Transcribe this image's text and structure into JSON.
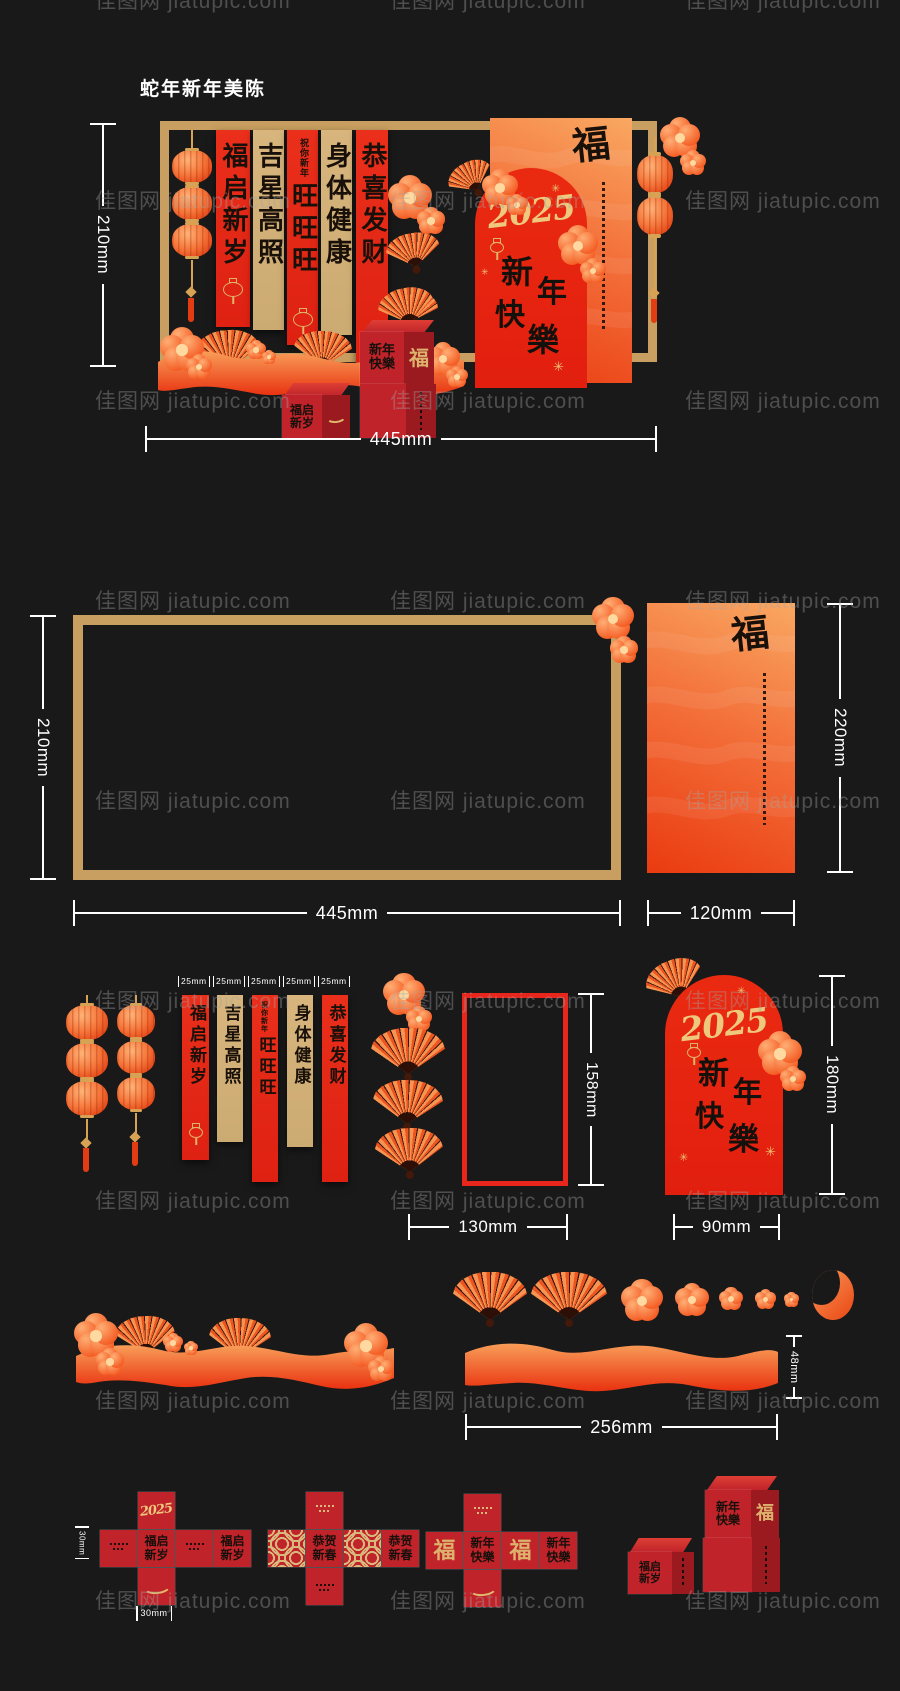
{
  "title": "蛇年新年美陈",
  "watermark": {
    "text": "佳图网 jiatupic.com",
    "color": "#a5a5a5"
  },
  "icons": {
    "sparkle": "✳"
  },
  "colors": {
    "background": "#191919",
    "gold_frame": "#c89f60",
    "banner_red": "#e42a18",
    "banner_tan": "#d2b078",
    "arch_red": "#e5250f",
    "red_frame": "#e8261c",
    "box_red": "#c1232a",
    "coin_tan": "#d9b87c",
    "wave_orange": "#f89d58",
    "wave_red": "#e93210",
    "dim_white": "#ffffff"
  },
  "banners": [
    {
      "text": "福启新岁",
      "style": "red"
    },
    {
      "text": "吉星高照",
      "style": "tan"
    },
    {
      "prefix": "祝你新年",
      "text": "旺旺旺",
      "style": "red"
    },
    {
      "text": "身体健康",
      "style": "tan"
    },
    {
      "text": "恭喜发财",
      "style": "red"
    }
  ],
  "arch": {
    "year": "2025",
    "greeting": [
      "新",
      "年",
      "快",
      "樂"
    ]
  },
  "panel": {
    "fu": "福"
  },
  "boxes": {
    "fu_qi_xin_sui": "福启新岁",
    "gong_he_xin_chun": "恭贺新春",
    "xin_nian_kuai_le": "新年快樂",
    "fu": "福"
  },
  "dimensions": {
    "s1_h": "210mm",
    "s1_w": "445mm",
    "s2_h": "210mm",
    "s2_w": "445mm",
    "s2_panel_h": "220mm",
    "s2_panel_w": "120mm",
    "s3_banner_w": "25mm",
    "s3_frame_h": "158mm",
    "s3_frame_w": "130mm",
    "s3_arch_h": "180mm",
    "s3_arch_w": "90mm",
    "s4_wave_h": "48mm",
    "s4_wave_w": "256mm",
    "s5_box_h": "30mm",
    "s5_box_w": "30mm"
  }
}
